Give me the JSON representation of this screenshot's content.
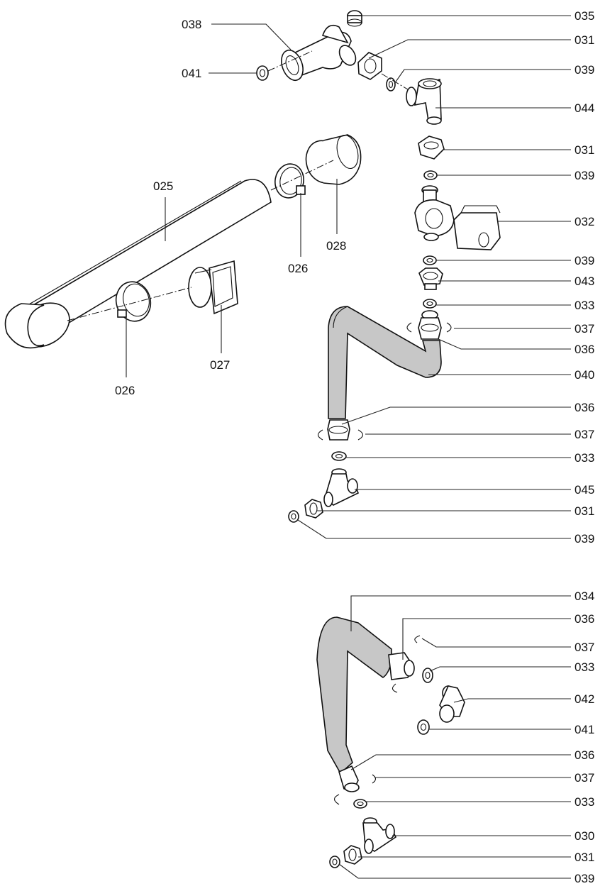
{
  "labels": {
    "r035": "035",
    "r031a": "031",
    "r039a": "039",
    "r044": "044",
    "r031b": "031",
    "r039b": "039",
    "r032": "032",
    "r039c": "039",
    "r043": "043",
    "r033a": "033",
    "r037a": "037",
    "r036a": "036",
    "r040": "040",
    "r036b": "036",
    "r037b": "037",
    "r033b": "033",
    "r045": "045",
    "r031c": "031",
    "r039d": "039",
    "r034": "034",
    "r036c": "036",
    "r037c": "037",
    "r033c": "033",
    "r042": "042",
    "r041b": "041",
    "r036d": "036",
    "r037d": "037",
    "r033d": "033",
    "r030": "030",
    "r031d": "031",
    "r039e": "039",
    "l038": "038",
    "l041a": "041",
    "l025": "025",
    "l026a": "026",
    "l028": "028",
    "l026b": "026",
    "l027": "027"
  }
}
